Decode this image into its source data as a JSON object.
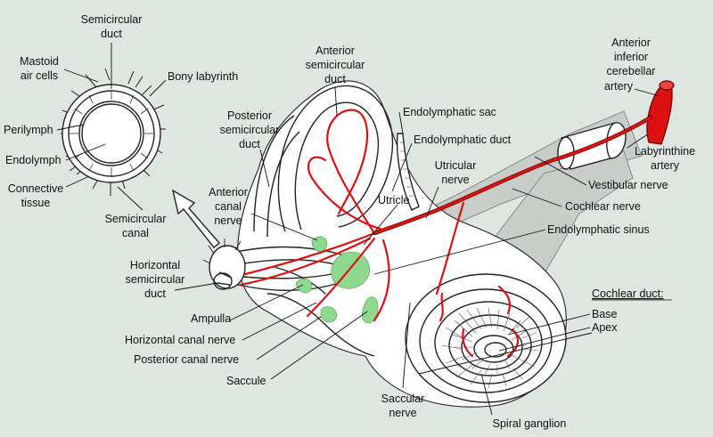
{
  "colors": {
    "background": "#dfe5e0",
    "artery": "#d11111",
    "macula": "#8fd88f",
    "nerve_bundle": "#c9cdc9"
  },
  "labels": {
    "semicircular_duct": [
      "Semicircular",
      "duct"
    ],
    "mastoid_air_cells": [
      "Mastoid",
      "air cells"
    ],
    "bony_labyrinth": "Bony labyrinth",
    "perilymph": "Perilymph",
    "endolymph": "Endolymph",
    "connective_tissue": [
      "Connective",
      "tissue"
    ],
    "semicircular_canal": [
      "Semicircular",
      "canal"
    ],
    "anterior_semicircular_duct": [
      "Anterior",
      "semicircular",
      "duct"
    ],
    "posterior_semicircular_duct": [
      "Posterior",
      "semicircular",
      "duct"
    ],
    "endolymphatic_sac": "Endolymphatic sac",
    "endolymphatic_duct": "Endolymphatic duct",
    "utricular_nerve": [
      "Utricular",
      "nerve"
    ],
    "utricle": "Utricle",
    "anterior_canal_nerve": [
      "Anterior",
      "canal",
      "nerve"
    ],
    "aica": [
      "Anterior",
      "inferior",
      "cerebellar",
      "artery"
    ],
    "labyrinthine_artery": [
      "Labyrinthine",
      "artery"
    ],
    "vestibular_nerve": "Vestibular nerve",
    "cochlear_nerve": "Cochlear nerve",
    "endolymphatic_sinus": "Endolymphatic sinus",
    "horizontal_semicircular_duct": [
      "Horizontal",
      "semicircular",
      "duct"
    ],
    "ampulla": "Ampulla",
    "horizontal_canal_nerve": "Horizontal canal nerve",
    "posterior_canal_nerve": "Posterior canal nerve",
    "saccule": "Saccule",
    "saccular_nerve": [
      "Saccular",
      "nerve"
    ],
    "spiral_ganglion": "Spiral ganglion",
    "cochlear_duct": "Cochlear duct:",
    "base": "Base",
    "apex": "Apex"
  }
}
